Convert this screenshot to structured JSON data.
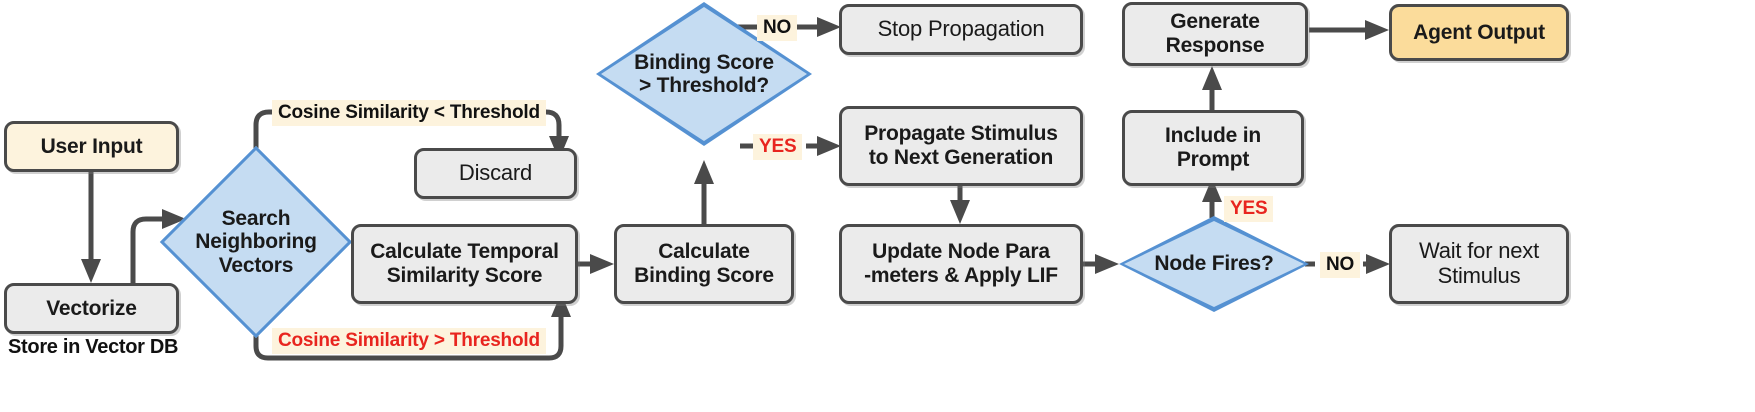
{
  "diagram": {
    "title": "Agent memory propagation flowchart",
    "colors": {
      "node_fill": "#ebebeb",
      "node_border": "#4a4a4a",
      "accent_light": "#fdf3dd",
      "accent_strong": "#fbdc9b",
      "diamond_fill": "#c5dcf2",
      "diamond_border": "#5591d2",
      "yes_label": "#e8251f",
      "no_label": "#111111",
      "edge": "#4a4a4a",
      "background": "#ffffff"
    },
    "nodes": {
      "user_input": "User Input",
      "vectorize": "Vectorize",
      "search_neighboring_vectors": "Search\nNeighboring\nVectors",
      "search_line1": "Search",
      "search_line2": "Neighboring",
      "search_line3": "Vectors",
      "discard": "Discard",
      "calculate_temporal_l1": "Calculate Temporal",
      "calculate_temporal_l2": "Similarity Score",
      "calculate_binding_l1": "Calculate",
      "calculate_binding_l2": "Binding Score",
      "binding_score_l1": "Binding Score",
      "binding_score_l2": "> Threshold?",
      "stop_propagation": "Stop Propagation",
      "propagate_l1": "Propagate Stimulus",
      "propagate_l2": "to Next Generation",
      "update_node_l1": "Update Node Para",
      "update_node_l2": "-meters & Apply LIF",
      "node_fires": "Node Fires?",
      "wait_stimulus_l1": "Wait for next",
      "wait_stimulus_l2": "Stimulus",
      "include_in_prompt_l1": "Include in",
      "include_in_prompt_l2": "Prompt",
      "generate_response_l1": "Generate",
      "generate_response_l2": "Response",
      "agent_output": "Agent Output"
    },
    "edge_labels": {
      "cosine_less": "Cosine Similarity < Threshold",
      "cosine_greater": "Cosine Similarity > Threshold",
      "binding_no": "NO",
      "binding_yes": "YES",
      "fires_yes": "YES",
      "fires_no": "NO"
    },
    "captions": {
      "store_in_vector_db": "Store in Vector DB"
    }
  }
}
